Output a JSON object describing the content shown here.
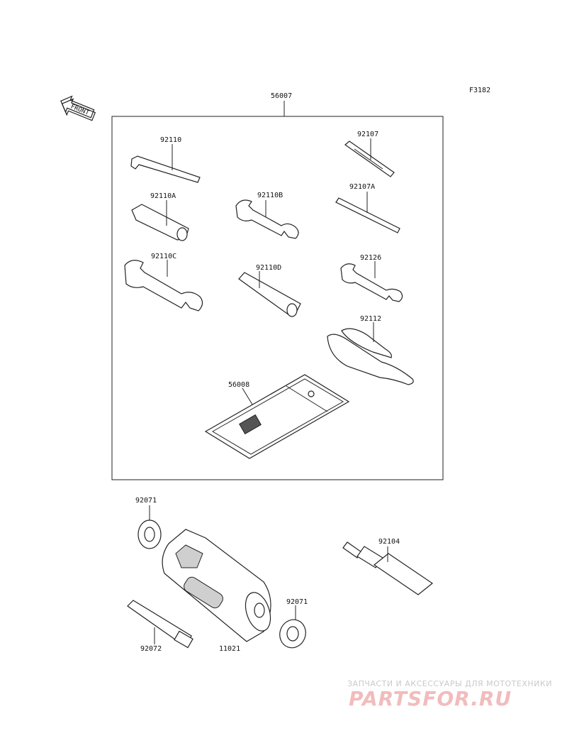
{
  "figure_code": "F3182",
  "front_label": "FRONT",
  "kit": {
    "number": "56007"
  },
  "parts": {
    "p92110": "92110",
    "p92107": "92107",
    "p92110A": "92110A",
    "p92110B": "92110B",
    "p92107A": "92107A",
    "p92110C": "92110C",
    "p92110D": "92110D",
    "p92126": "92126",
    "p92112": "92112",
    "p56008": "56008",
    "p92071a": "92071",
    "p92104": "92104",
    "p92071b": "92071",
    "p92072": "92072",
    "p11021": "11021"
  },
  "watermark": {
    "line1": "ЗАПЧАСТИ И АКСЕССУАРЫ ДЛЯ МОТОТЕХНИКИ",
    "line2": "PARTSFOR.RU"
  },
  "colors": {
    "line": "#222222",
    "watermark_text": "#f2bcbc",
    "watermark_subtext": "#c9c9c9"
  }
}
